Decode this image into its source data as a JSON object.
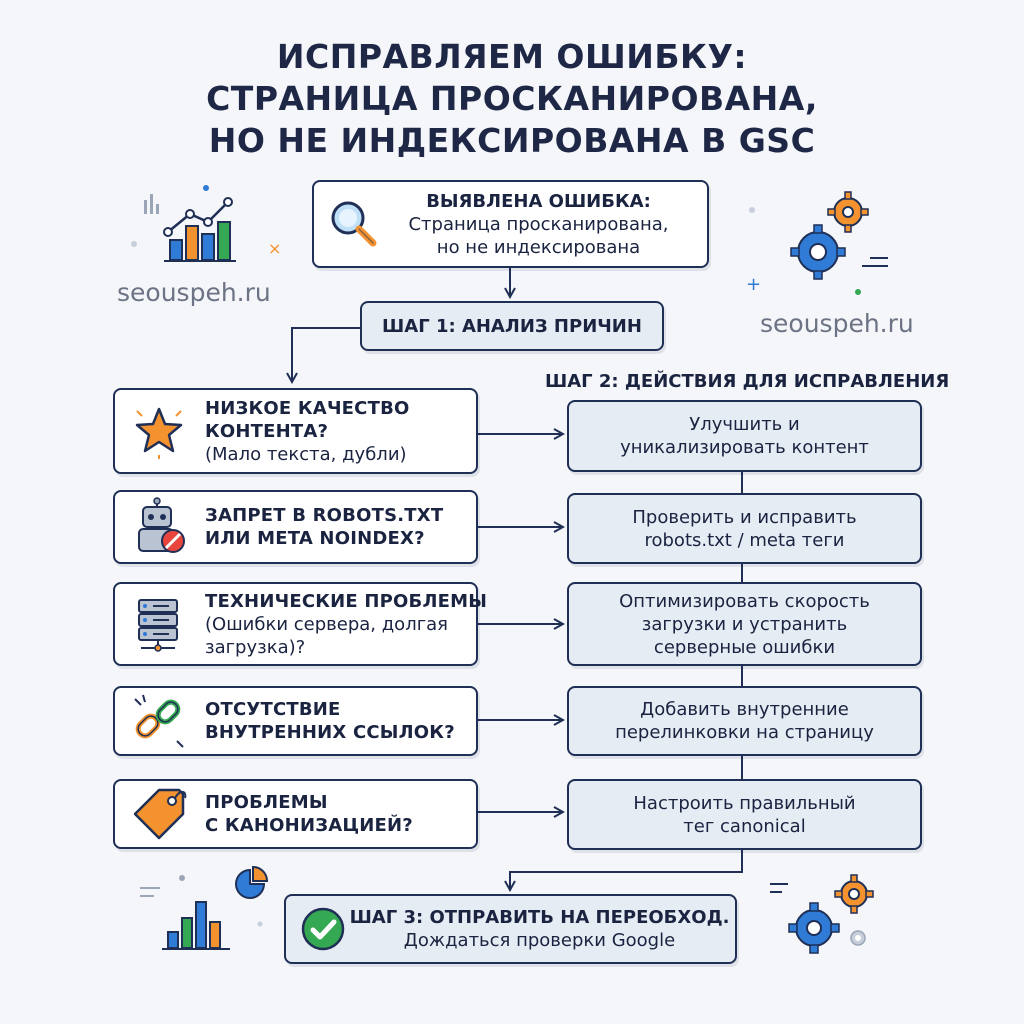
{
  "title": {
    "line1": "ИСПРАВЛЯЕМ ОШИБКУ:",
    "line2": "СТРАНИЦА ПРОСКАНИРОВАНА,",
    "line3": "НО НЕ ИНДЕКСИРОВАНА В GSC"
  },
  "watermark": {
    "left": "seouspeh.ru",
    "right": "seouspeh.ru"
  },
  "error_box": {
    "heading": "ВЫЯВЛЕНА ОШИБКА:",
    "line1": "Страница просканирована,",
    "line2": "но не индексирована",
    "icon": "magnifier-icon"
  },
  "step1": {
    "label": "ШАГ 1: АНАЛИЗ ПРИЧИН"
  },
  "step2": {
    "label": "ШАГ 2: ДЕЙСТВИЯ ДЛЯ ИСПРАВЛЕНИЯ"
  },
  "causes": [
    {
      "h1": "НИЗКОЕ КАЧЕСТВО",
      "h2": "КОНТЕНТА?",
      "s1": "(Мало текста, дубли)",
      "icon": "star-icon"
    },
    {
      "h1": "ЗАПРЕТ В ROBOTS.TXT",
      "h2": "ИЛИ META NOINDEX?",
      "icon": "robot-blocked-icon"
    },
    {
      "h1": "ТЕХНИЧЕСКИЕ ПРОБЛЕМЫ",
      "s1": "(Ошибки сервера, долгая",
      "s2": "загрузка)?",
      "icon": "server-icon"
    },
    {
      "h1": "ОТСУТСТВИЕ",
      "h2": "ВНУТРЕННИХ ССЫЛОК?",
      "icon": "broken-link-icon"
    },
    {
      "h1": "ПРОБЛЕМЫ",
      "h2": "С КАНОНИЗАЦИЕЙ?",
      "icon": "tag-icon"
    }
  ],
  "actions": [
    {
      "l1": "Улучшить и",
      "l2": "уникализировать контент"
    },
    {
      "l1": "Проверить и исправить",
      "l2": "robots.txt / meta теги"
    },
    {
      "l1": "Оптимизировать скорость",
      "l2": "загрузки и устранить",
      "l3": "серверные ошибки"
    },
    {
      "l1": "Добавить внутренние",
      "l2": "перелинковки на страницу"
    },
    {
      "l1": "Настроить правильный",
      "l2": "тег canonical"
    }
  ],
  "step3": {
    "heading": "ШАГ 3: ОТПРАВИТЬ НА ПЕРЕОБХОД.",
    "line": "Дождаться проверки Google",
    "icon": "checkmark-icon"
  },
  "colors": {
    "navy": "#1f2f55",
    "blue": "#2f7bd6",
    "orange": "#f3922e",
    "green": "#34a853",
    "box_fill": "#e6ecf4"
  }
}
